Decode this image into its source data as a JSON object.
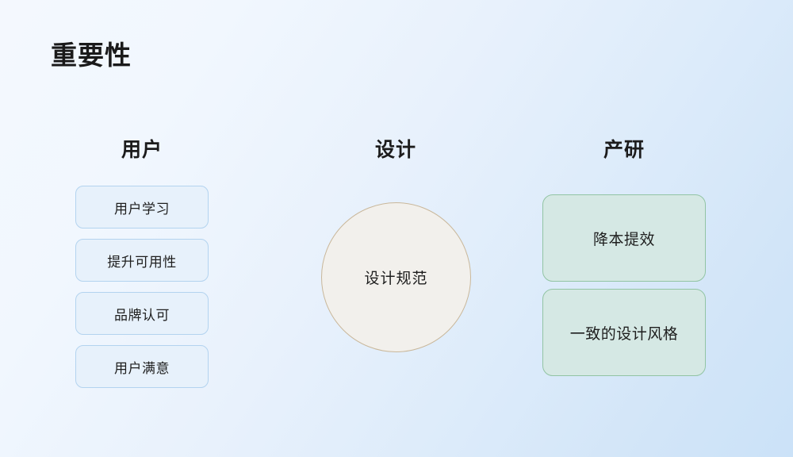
{
  "slide": {
    "title": "重要性",
    "background_gradient_from": "#f4f8fe",
    "background_gradient_to": "#cbe2f8"
  },
  "columns": {
    "user": {
      "heading": "用户",
      "accent_border": "#b3d3ef",
      "accent_fill": "#e7f1fb",
      "items": [
        {
          "label": "用户学习"
        },
        {
          "label": "提升可用性"
        },
        {
          "label": "品牌认可"
        },
        {
          "label": "用户满意"
        }
      ]
    },
    "design": {
      "heading": "设计",
      "accent_border": "#c9b79a",
      "accent_fill": "#f2f0ec",
      "center_label": "设计规范"
    },
    "product_research": {
      "heading": "产研",
      "accent_border": "#92c4a4",
      "accent_fill": "#d5e8e4",
      "items": [
        {
          "label": "降本提效"
        },
        {
          "label": "一致的设计风格"
        }
      ]
    }
  }
}
